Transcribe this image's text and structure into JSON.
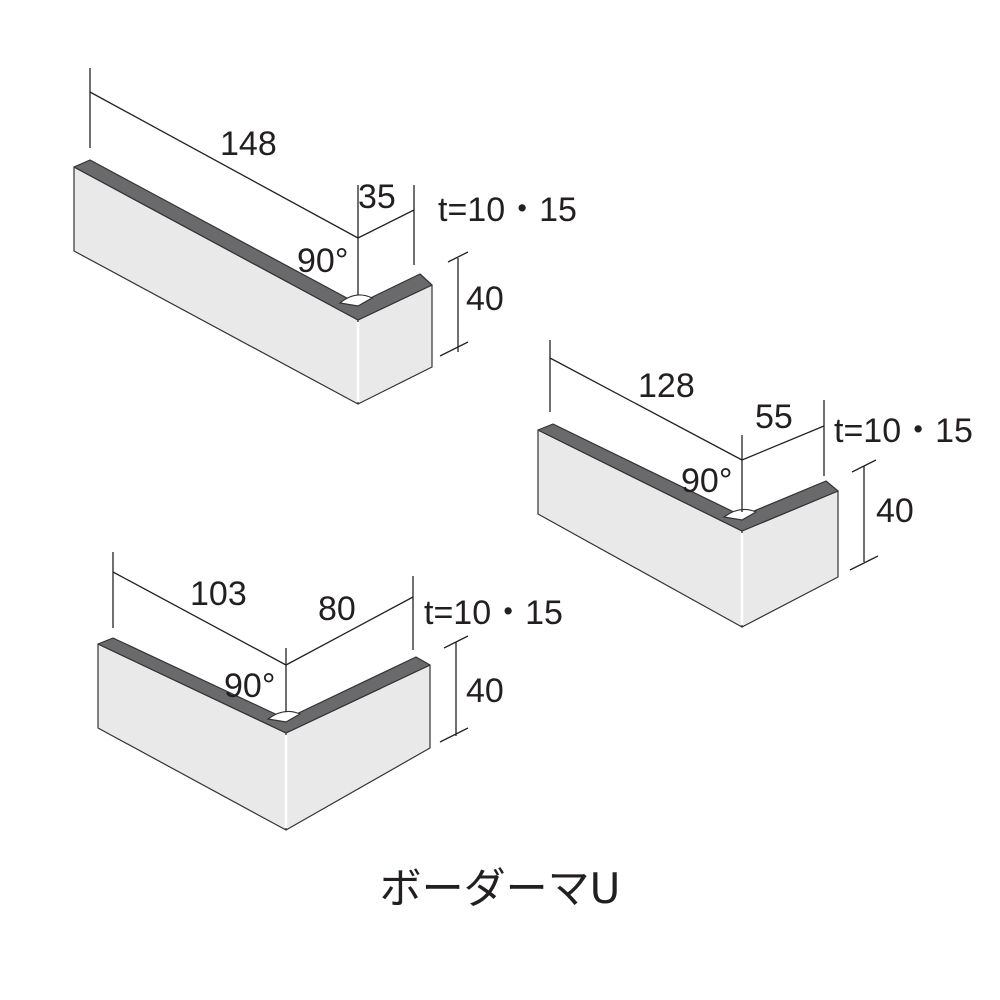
{
  "caption": "ボーダーマU",
  "colors": {
    "face": "#e9e9ea",
    "edge": "#6a6a6c",
    "line": "#222222"
  },
  "pieces": [
    {
      "long": "148",
      "short": "35",
      "thickness": "t=10・15",
      "height": "40",
      "angle": "90°"
    },
    {
      "long": "128",
      "short": "55",
      "thickness": "t=10・15",
      "height": "40",
      "angle": "90°"
    },
    {
      "long": "103",
      "short": "80",
      "thickness": "t=10・15",
      "height": "40",
      "angle": "90°"
    }
  ]
}
